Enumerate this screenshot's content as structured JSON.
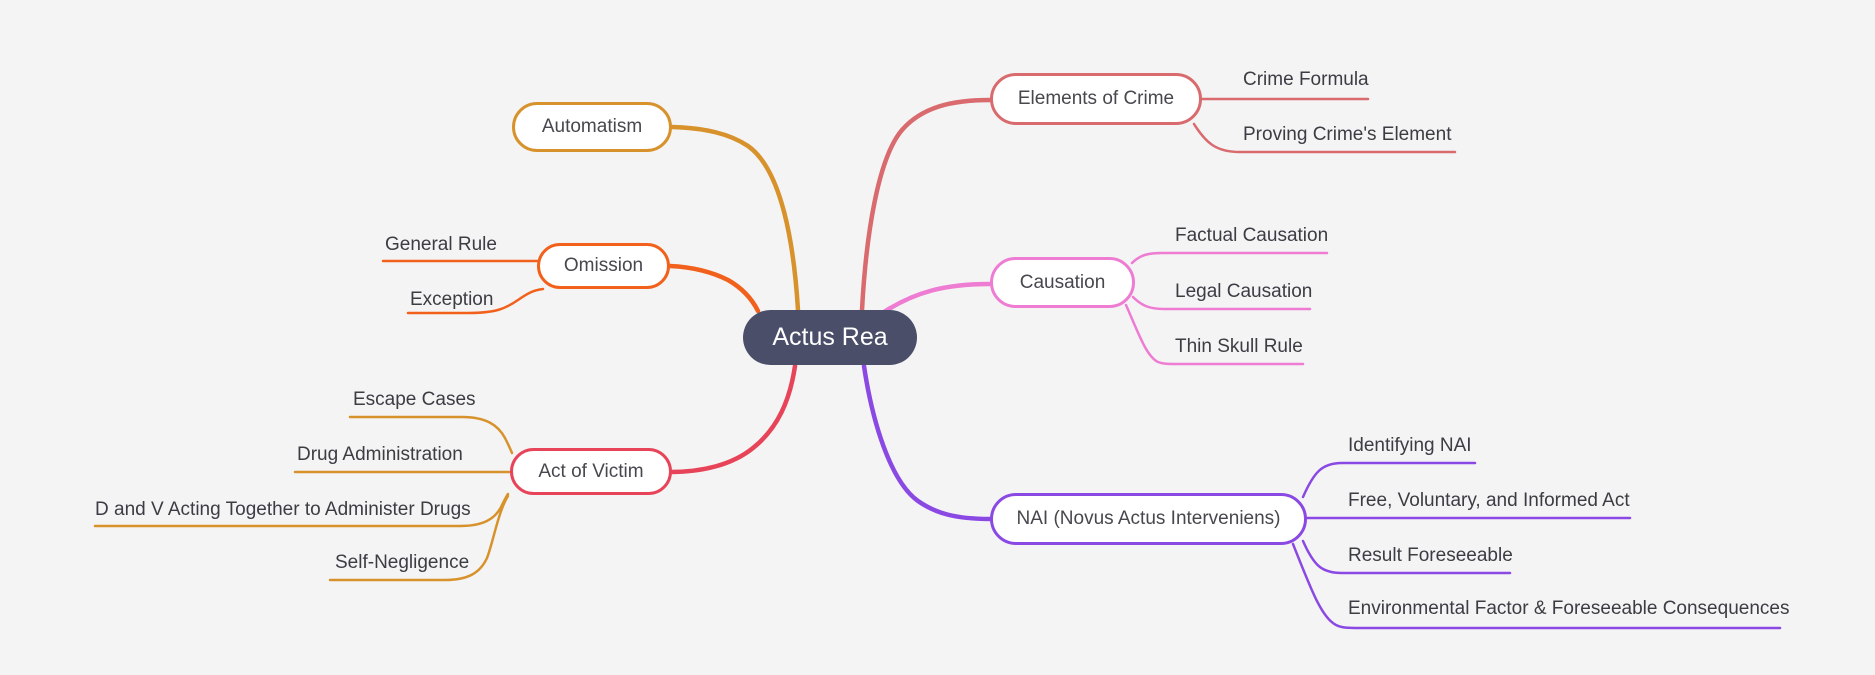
{
  "page": {
    "background": "#F4F4F5"
  },
  "root": {
    "label": "Actus Rea",
    "bg_color": "#4A4E68",
    "text_color": "#FFFFFF"
  },
  "styles": {
    "label_color": "#3B3D43",
    "node_fill": "#FFFFFF"
  },
  "branches": [
    {
      "label": "Automatism",
      "color": "#D8922C",
      "children": []
    },
    {
      "label": "Omission",
      "color": "#F2611C",
      "children": [
        "General Rule",
        "Exception"
      ]
    },
    {
      "label": "Act of Victim",
      "color": "#E74459",
      "children_line_color": "#D8922C",
      "children": [
        "Escape Cases",
        "Drug Administration",
        "D and V Acting Together to Administer Drugs",
        "Self-Negligence"
      ]
    },
    {
      "label": "Elements of Crime",
      "color": "#D96A6E",
      "children": [
        "Crime Formula",
        "Proving Crime's Element"
      ]
    },
    {
      "label": "Causation",
      "color": "#EE7CD2",
      "children": [
        "Factual Causation",
        "Legal Causation",
        "Thin Skull Rule"
      ]
    },
    {
      "label": "NAI (Novus Actus Interveniens)",
      "color": "#8B49E3",
      "children": [
        "Identifying NAI",
        "Free, Voluntary, and Informed Act",
        "Result Foreseeable",
        "Environmental Factor & Foreseeable Consequences"
      ]
    }
  ]
}
